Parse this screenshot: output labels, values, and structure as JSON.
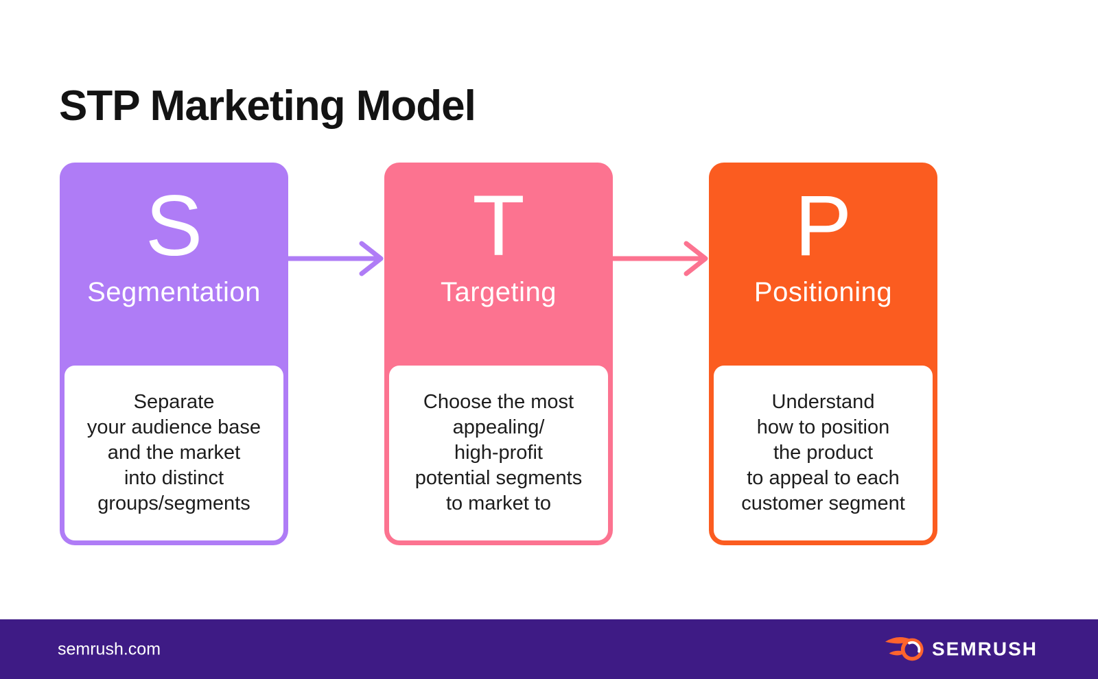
{
  "page": {
    "title": "STP Marketing Model",
    "background_color": "#FFFFFF"
  },
  "steps": [
    {
      "letter": "S",
      "label": "Segmentation",
      "color": "#AF7CF6",
      "description": "Separate\nyour audience base\nand the market\ninto distinct\ngroups/segments"
    },
    {
      "letter": "T",
      "label": "Targeting",
      "color": "#FC7390",
      "description": "Choose the most\nappealing/\nhigh-profit\npotential segments\nto market to"
    },
    {
      "letter": "P",
      "label": "Positioning",
      "color": "#FB5C20",
      "description": "Understand\nhow to position\nthe product\nto appeal to each\ncustomer segment"
    }
  ],
  "arrows": [
    {
      "name": "arrow-segmentation-to-targeting",
      "color": "#AF7CF6"
    },
    {
      "name": "arrow-targeting-to-positioning",
      "color": "#FC7390"
    }
  ],
  "footer": {
    "website": "semrush.com",
    "brand_name": "SEMRUSH",
    "background_color": "#3E1B85",
    "logo_icon": "semrush-fireball-icon",
    "logo_color": "#FF642D",
    "text_color": "#FFFFFF"
  },
  "text_colors": {
    "title": "#131313",
    "body": "#1C1C1C",
    "card_text": "#FFFFFF"
  }
}
